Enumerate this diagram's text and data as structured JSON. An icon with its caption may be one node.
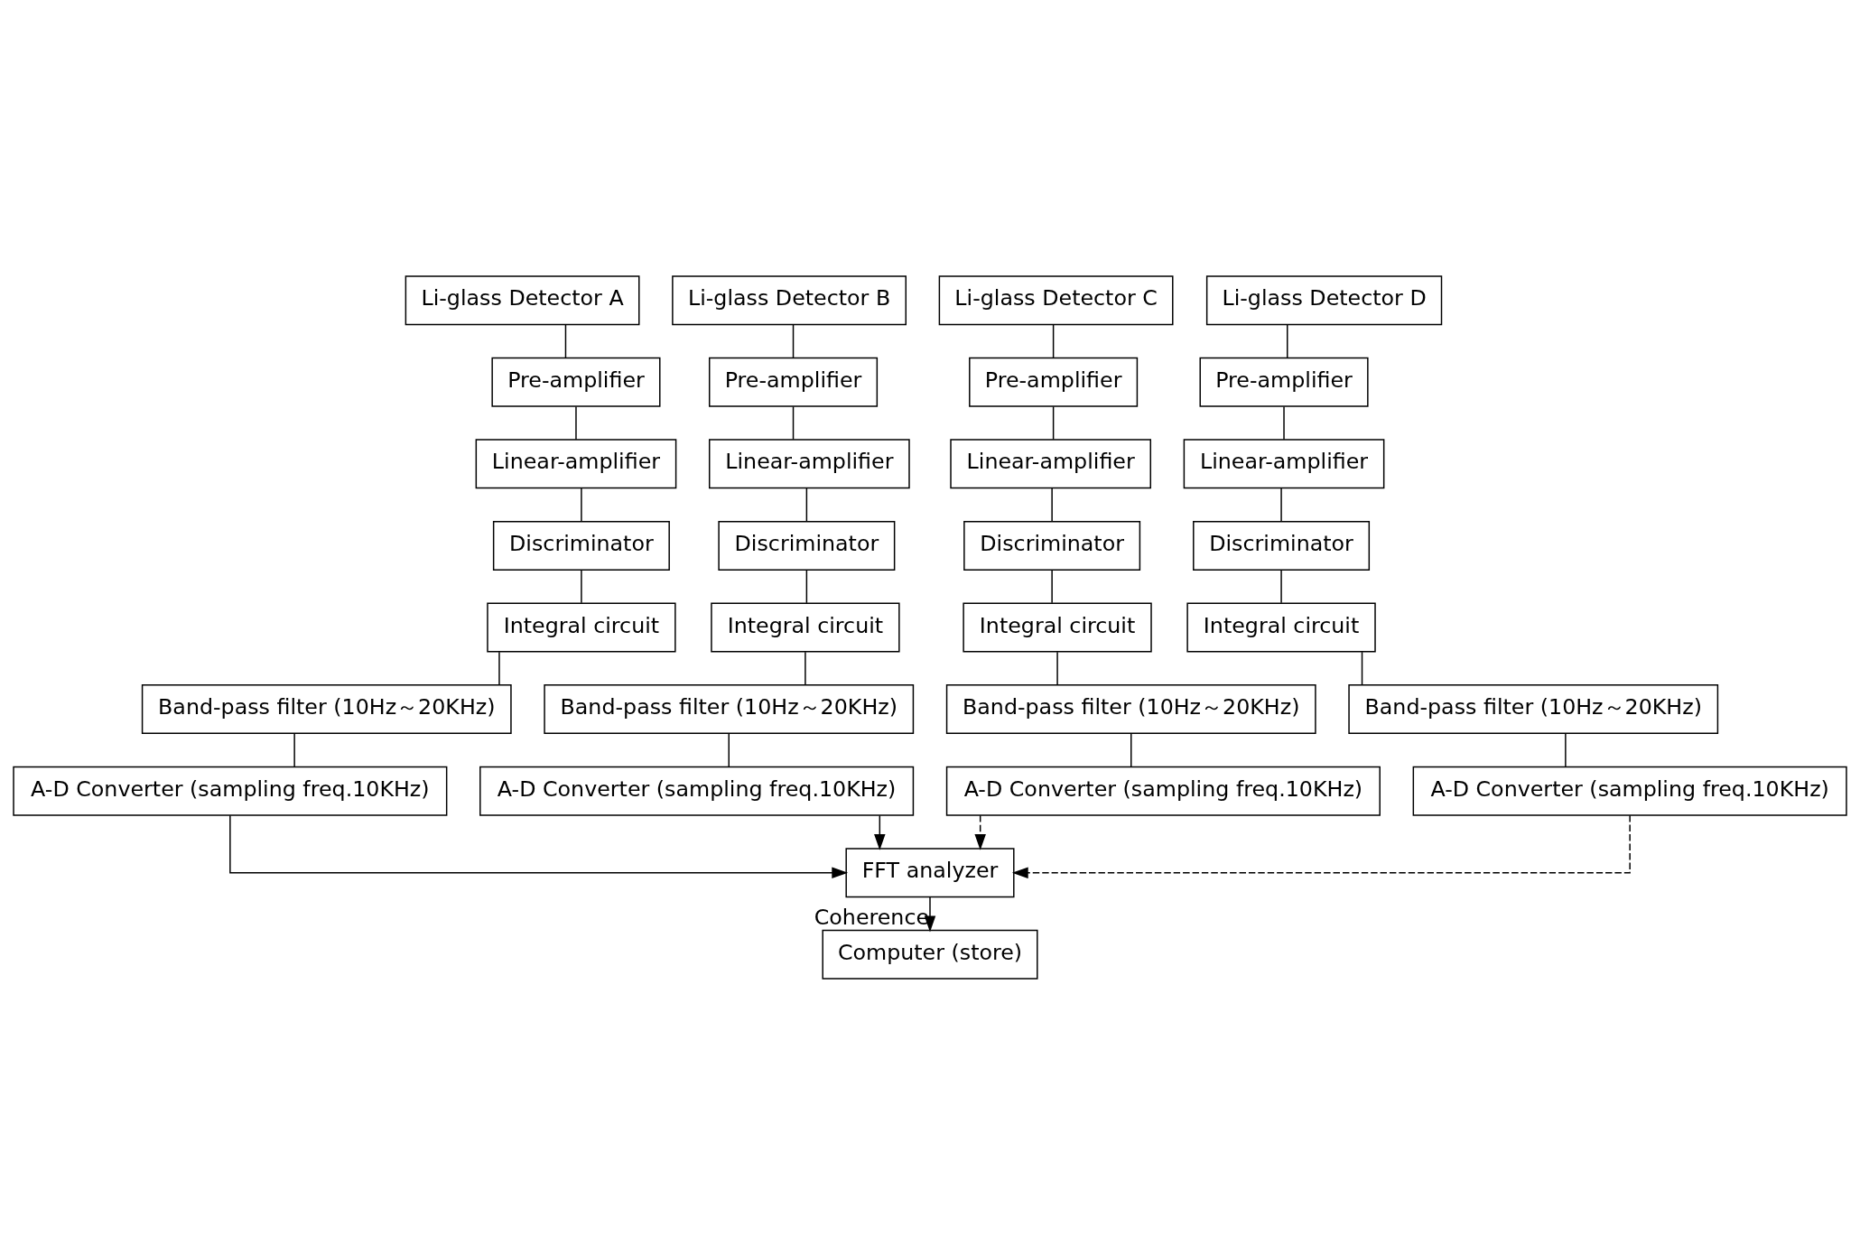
{
  "diagram": {
    "nodes": [
      {
        "text": [
          "Li-glass Detector A"
        ]
      },
      {
        "text": [
          "Li-glass Detector B"
        ]
      },
      {
        "text": [
          "Li-glass Detector C"
        ]
      },
      {
        "text": [
          "Li-glass Detector D"
        ]
      },
      {
        "text": [
          "Pre-amplifier"
        ]
      },
      {
        "text": [
          "Pre-amplifier"
        ]
      },
      {
        "text": [
          "Pre-amplifier"
        ]
      },
      {
        "text": [
          "Pre-amplifier"
        ]
      },
      {
        "text": [
          "Linear-amplifier"
        ]
      },
      {
        "text": [
          "Linear-amplifier"
        ]
      },
      {
        "text": [
          "Linear-amplifier"
        ]
      },
      {
        "text": [
          "Linear-amplifier"
        ]
      },
      {
        "text": [
          "Discriminator"
        ]
      },
      {
        "text": [
          "Discriminator"
        ]
      },
      {
        "text": [
          "Discriminator"
        ]
      },
      {
        "text": [
          "Discriminator"
        ]
      },
      {
        "text": [
          "Integral circuit"
        ]
      },
      {
        "text": [
          "Integral circuit"
        ]
      },
      {
        "text": [
          "Integral circuit"
        ]
      },
      {
        "text": [
          "Integral circuit"
        ]
      },
      {
        "text": [
          "Band-pass filter (10Hz～20KHz)"
        ]
      },
      {
        "text": [
          "Band-pass filter (10Hz～20KHz)"
        ]
      },
      {
        "text": [
          "Band-pass filter (10Hz～20KHz)"
        ]
      },
      {
        "text": [
          "Band-pass filter (10Hz～20KHz)"
        ]
      },
      {
        "text": [
          "A-D Converter (sampling freq.10KHz)"
        ]
      },
      {
        "text": [
          "A-D Converter (sampling freq.10KHz)"
        ]
      },
      {
        "text": [
          "A-D Converter (sampling freq.10KHz)"
        ]
      },
      {
        "text": [
          "A-D Converter (sampling freq.10KHz)"
        ]
      },
      {
        "text": [
          "FFT analyzer"
        ]
      },
      {
        "text": [
          "Computer (store)"
        ]
      }
    ],
    "edges": [
      {
        "from": 0,
        "to": 4,
        "arrow": "none"
      },
      {
        "from": 4,
        "to": 8,
        "arrow": "none"
      },
      {
        "from": 8,
        "to": 12,
        "arrow": "none"
      },
      {
        "from": 12,
        "to": 16,
        "arrow": "none"
      },
      {
        "from": 16,
        "to": 20,
        "arrow": "none"
      },
      {
        "from": 20,
        "to": 24,
        "arrow": "none"
      },
      {
        "from": 1,
        "to": 5,
        "arrow": "none"
      },
      {
        "from": 5,
        "to": 9,
        "arrow": "none"
      },
      {
        "from": 9,
        "to": 13,
        "arrow": "none"
      },
      {
        "from": 13,
        "to": 17,
        "arrow": "none"
      },
      {
        "from": 17,
        "to": 21,
        "arrow": "none"
      },
      {
        "from": 21,
        "to": 25,
        "arrow": "none"
      },
      {
        "from": 2,
        "to": 6,
        "arrow": "none"
      },
      {
        "from": 6,
        "to": 10,
        "arrow": "none"
      },
      {
        "from": 10,
        "to": 14,
        "arrow": "none"
      },
      {
        "from": 14,
        "to": 18,
        "arrow": "none"
      },
      {
        "from": 18,
        "to": 22,
        "arrow": "none"
      },
      {
        "from": 22,
        "to": 26,
        "arrow": "none"
      },
      {
        "from": 3,
        "to": 7,
        "arrow": "none"
      },
      {
        "from": 7,
        "to": 11,
        "arrow": "none"
      },
      {
        "from": 11,
        "to": 15,
        "arrow": "none"
      },
      {
        "from": 15,
        "to": 19,
        "arrow": "none"
      },
      {
        "from": 19,
        "to": 23,
        "arrow": "none"
      },
      {
        "from": 23,
        "to": 27,
        "arrow": "none"
      },
      {
        "from": 24,
        "to": 28,
        "arrow": "to"
      },
      {
        "from": 25,
        "to": 28,
        "arrow": "to"
      },
      {
        "from": 26,
        "to": 28,
        "arrow": "to",
        "style": "dashed"
      },
      {
        "from": 27,
        "to": 28,
        "arrow": "to",
        "style": "dashed"
      },
      {
        "from": 28,
        "to": 29,
        "arrow": "to",
        "label": "Coherence"
      }
    ]
  }
}
